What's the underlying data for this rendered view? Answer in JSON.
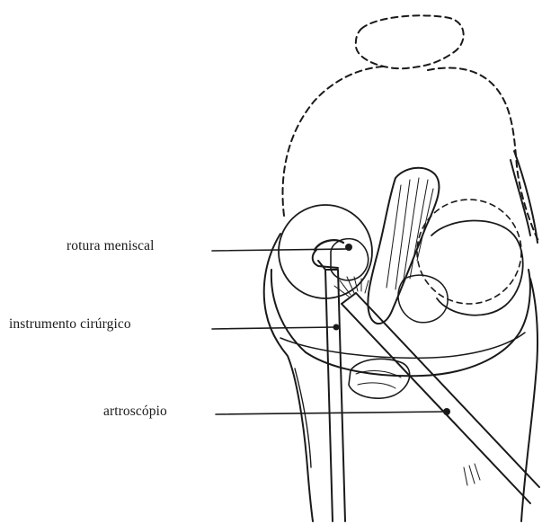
{
  "labels": {
    "meniscal_tear": "rotura meniscal",
    "surgical_instrument": "instrumento cirúrgico",
    "arthroscope": "artroscópio"
  },
  "colors": {
    "ink": "#1a1a1a",
    "background": "#ffffff"
  }
}
